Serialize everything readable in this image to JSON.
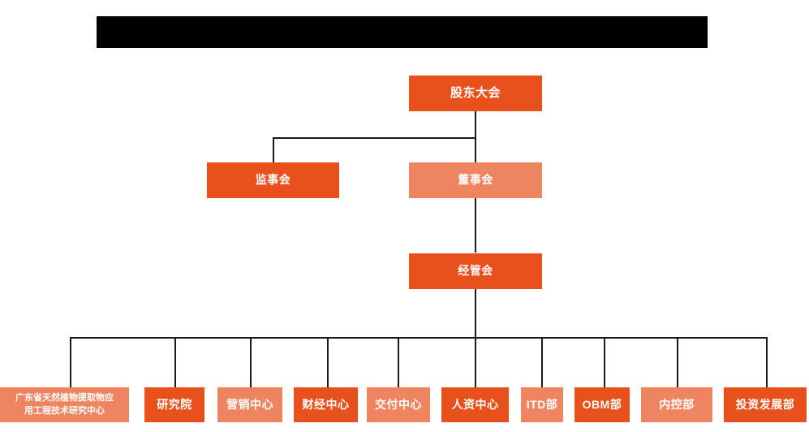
{
  "chart_data": {
    "type": "diagram",
    "title": "",
    "diagram_kind": "organization-chart",
    "orientation": "top-down",
    "colors": {
      "dark_orange": "#e8501c",
      "light_orange": "#ef8560",
      "connector": "#1a1a1a",
      "background": "#ffffff",
      "redaction": "#000000",
      "node_text": "#ffffff"
    },
    "levels": [
      {
        "level": 1,
        "nodes": [
          "股东大会"
        ]
      },
      {
        "level": 2,
        "nodes": [
          "监事会",
          "董事会"
        ]
      },
      {
        "level": 3,
        "nodes": [
          "经管会"
        ]
      },
      {
        "level": 4,
        "nodes": [
          "广东省天然植物提取物应用工程技术研究中心",
          "研究院",
          "营销中心",
          "财经中心",
          "交付中心",
          "人资中心",
          "ITD部",
          "OBM部",
          "内控部",
          "投资发展部"
        ]
      }
    ],
    "edges": [
      {
        "from": "股东大会",
        "to": "监事会"
      },
      {
        "from": "股东大会",
        "to": "董事会"
      },
      {
        "from": "董事会",
        "to": "经管会"
      },
      {
        "from": "经管会",
        "to": "广东省天然植物提取物应用工程技术研究中心"
      },
      {
        "from": "经管会",
        "to": "研究院"
      },
      {
        "from": "经管会",
        "to": "营销中心"
      },
      {
        "from": "经管会",
        "to": "财经中心"
      },
      {
        "from": "经管会",
        "to": "交付中心"
      },
      {
        "from": "经管会",
        "to": "人资中心"
      },
      {
        "from": "经管会",
        "to": "ITD部"
      },
      {
        "from": "经管会",
        "to": "OBM部"
      },
      {
        "from": "经管会",
        "to": "内控部"
      },
      {
        "from": "经管会",
        "to": "投资发展部"
      }
    ]
  },
  "header": {
    "redacted_banner_label": ""
  },
  "nodes": {
    "shareholders_meeting": "股东大会",
    "board_of_supervisors": "监事会",
    "board_of_directors": "董事会",
    "management_committee": "经管会"
  },
  "departments": [
    {
      "id": "research-center",
      "label_line1": "广东省天然植物提取物应",
      "label_line2": "用工程技术研究中心",
      "shade": "light"
    },
    {
      "id": "research-institute",
      "label_line1": "研究院",
      "label_line2": "",
      "shade": "dark"
    },
    {
      "id": "marketing-center",
      "label_line1": "营销中心",
      "label_line2": "",
      "shade": "light"
    },
    {
      "id": "finance-center",
      "label_line1": "财经中心",
      "label_line2": "",
      "shade": "dark"
    },
    {
      "id": "delivery-center",
      "label_line1": "交付中心",
      "label_line2": "",
      "shade": "light"
    },
    {
      "id": "hr-center",
      "label_line1": "人资中心",
      "label_line2": "",
      "shade": "dark"
    },
    {
      "id": "itd-department",
      "label_line1": "ITD部",
      "label_line2": "",
      "shade": "light"
    },
    {
      "id": "obm-department",
      "label_line1": "OBM部",
      "label_line2": "",
      "shade": "dark"
    },
    {
      "id": "internal-control-department",
      "label_line1": "内控部",
      "label_line2": "",
      "shade": "light"
    },
    {
      "id": "investment-development-department",
      "label_line1": "投资发展部",
      "label_line2": "",
      "shade": "dark"
    }
  ]
}
